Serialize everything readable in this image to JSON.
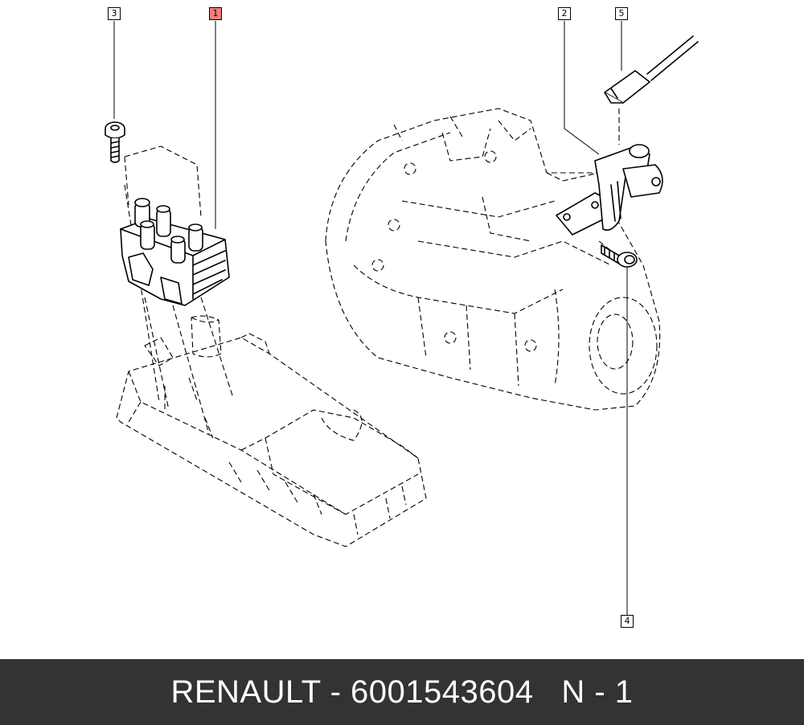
{
  "callouts": [
    {
      "id": "1",
      "label": "1",
      "highlighted": true
    },
    {
      "id": "2",
      "label": "2",
      "highlighted": false
    },
    {
      "id": "3",
      "label": "3",
      "highlighted": false
    },
    {
      "id": "4",
      "label": "4",
      "highlighted": false
    },
    {
      "id": "5",
      "label": "5",
      "highlighted": false
    }
  ],
  "footer": {
    "text": "RENAULT - 6001543604   N - 1"
  },
  "colors": {
    "footer_background": "#333333",
    "footer_text": "#ffffff",
    "highlight": "#f08080"
  }
}
